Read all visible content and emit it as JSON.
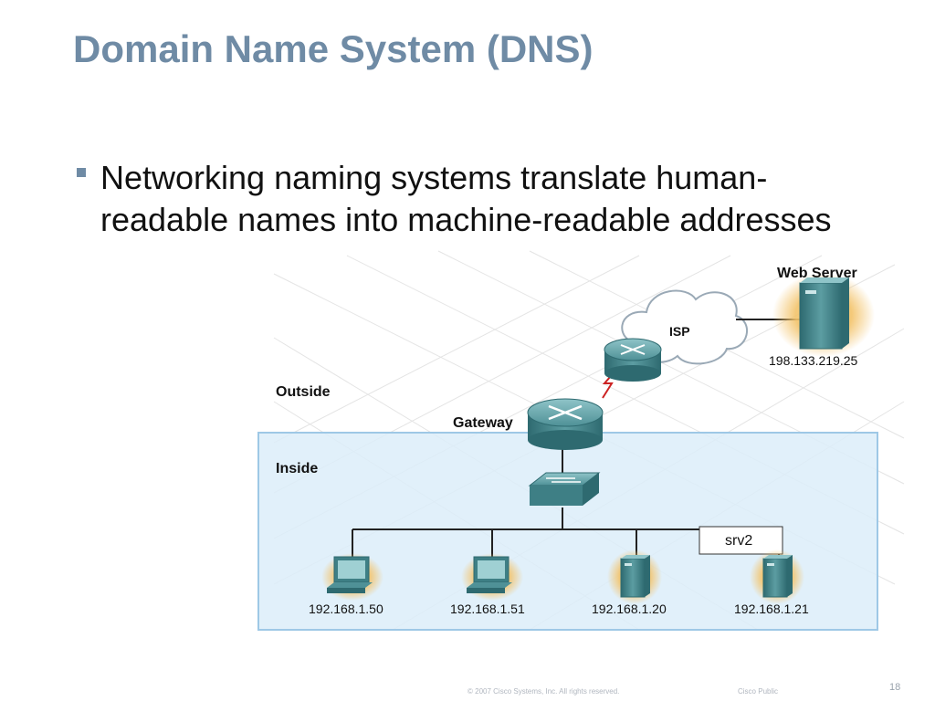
{
  "slide": {
    "title": "Domain Name System (DNS)",
    "bullet": "Networking naming systems translate human-readable names into machine-readable addresses",
    "page_number": "18"
  },
  "diagram": {
    "zones": {
      "outside": "Outside",
      "inside": "Inside"
    },
    "isp": {
      "label": "ISP"
    },
    "gateway": {
      "label": "Gateway"
    },
    "web_server": {
      "label": "Web Server",
      "ip": "198.133.219.25"
    },
    "callout": {
      "label": "srv2"
    },
    "hosts": [
      {
        "type": "pc",
        "ip": "192.168.1.50"
      },
      {
        "type": "pc",
        "ip": "192.168.1.51"
      },
      {
        "type": "server",
        "ip": "192.168.1.20"
      },
      {
        "type": "server",
        "ip": "192.168.1.21"
      }
    ],
    "colors": {
      "inside_zone": "#dcedf9",
      "inside_border": "#9ec8e6",
      "device_teal": "#3e7f85",
      "serial_link": "#cc2222",
      "device_glow": "#f3c36a"
    }
  },
  "footer": {
    "copyright": "© 2007 Cisco Systems, Inc. All rights reserved.",
    "classification": "Cisco Public"
  }
}
